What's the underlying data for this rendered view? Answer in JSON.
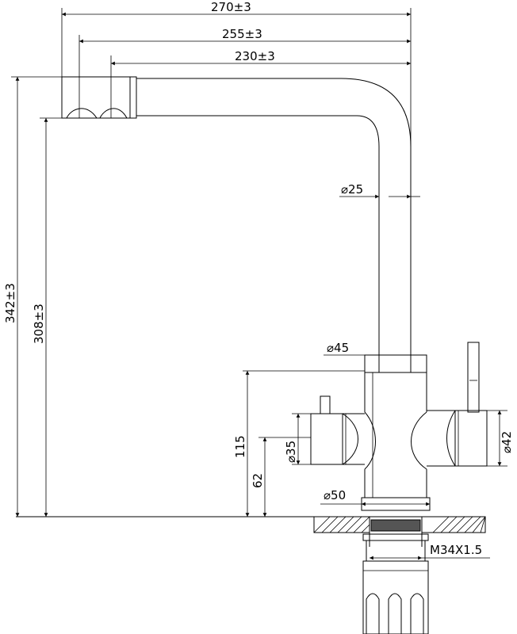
{
  "dimensions": {
    "overall_reach": "270±3",
    "middle_reach": "255±3",
    "short_reach": "230±3",
    "pipe_diameter": "⌀25",
    "overall_height": "342±3",
    "outlet_height": "308±3",
    "body_diameter": "⌀45",
    "body_height": "115",
    "left_handle_diameter": "⌀35",
    "handle_axis_height": "62",
    "right_handle_diameter": "⌀42",
    "base_diameter": "⌀50",
    "thread": "M34X1.5"
  },
  "colors": {
    "line": "#000000",
    "background": "#ffffff"
  }
}
